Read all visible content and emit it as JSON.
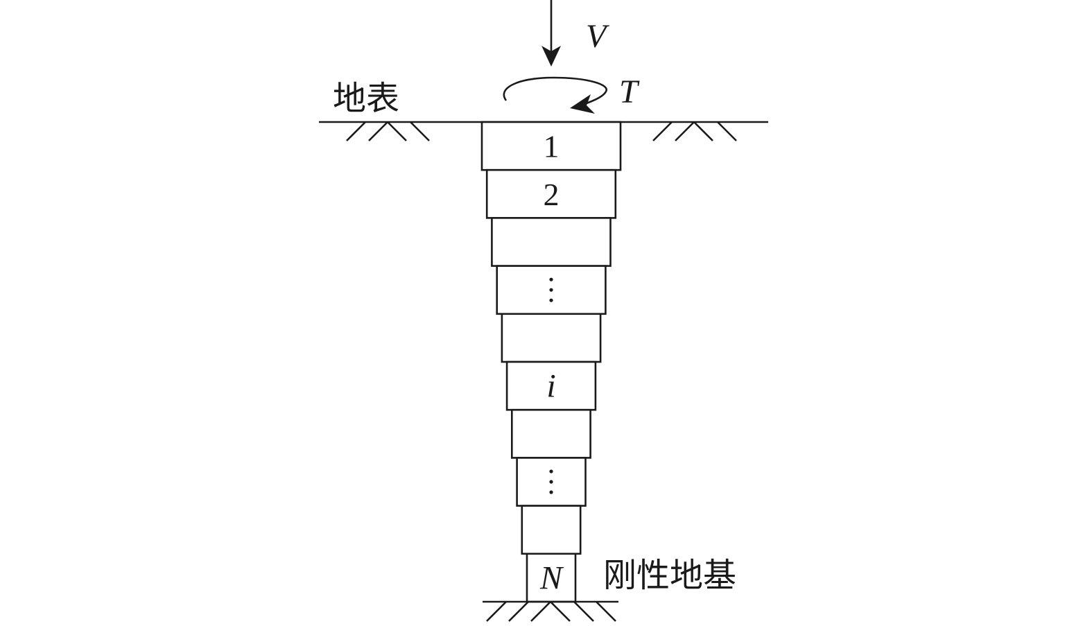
{
  "labels": {
    "ground_surface": "地表",
    "rigid_base": "刚性地基",
    "vertical_load": "V",
    "torque": "T"
  },
  "segments": [
    {
      "label": "1",
      "style": "num"
    },
    {
      "label": "2",
      "style": "num"
    },
    {
      "label": "",
      "style": "none"
    },
    {
      "label": "⋮",
      "style": "dots"
    },
    {
      "label": "",
      "style": "none"
    },
    {
      "label": "i",
      "style": "var"
    },
    {
      "label": "",
      "style": "none"
    },
    {
      "label": "⋮",
      "style": "dots"
    },
    {
      "label": "",
      "style": "none"
    },
    {
      "label": "N",
      "style": "var"
    }
  ]
}
